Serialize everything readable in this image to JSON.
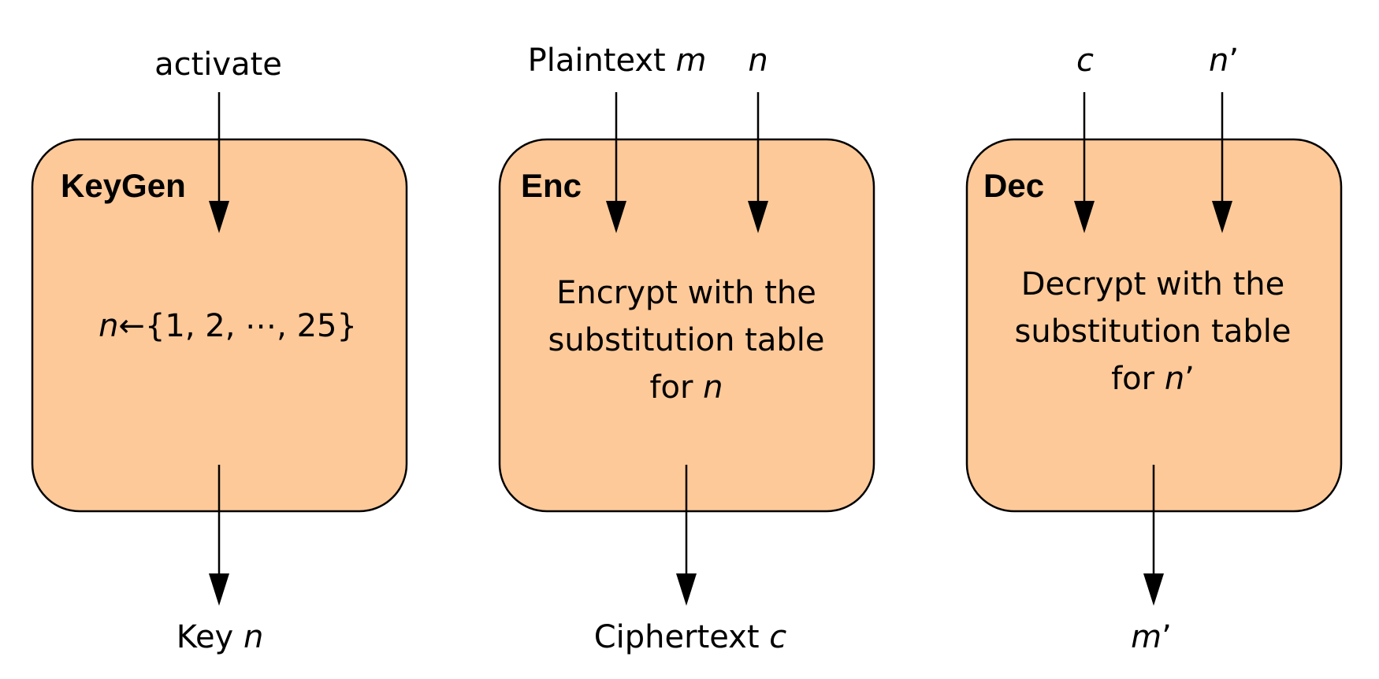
{
  "colors": {
    "box_fill": "#FDC999",
    "box_stroke": "#000000",
    "arrow": "#000000"
  },
  "keygen": {
    "title": "KeyGen",
    "input_label": "activate",
    "body": {
      "var": "n",
      "rest": "←{1, 2, ⋯, 25}"
    },
    "output": {
      "text": "Key ",
      "var": "n"
    }
  },
  "enc": {
    "title": "Enc",
    "input_plaintext": {
      "text": "Plaintext ",
      "var": "m"
    },
    "input_key": {
      "var": "n"
    },
    "body_lines": [
      "Encrypt with the",
      "substitution table"
    ],
    "body_last": {
      "text": "for ",
      "var": "n"
    },
    "output": {
      "text": "Ciphertext ",
      "var": "c"
    }
  },
  "dec": {
    "title": "Dec",
    "input_cipher": {
      "var": "c"
    },
    "input_key": {
      "var": "n",
      "prime": "’"
    },
    "body_lines": [
      "Decrypt with the",
      "substitution table"
    ],
    "body_last": {
      "text": "for ",
      "var": "n",
      "prime": "’"
    },
    "output": {
      "var": "m",
      "prime": "’"
    }
  }
}
